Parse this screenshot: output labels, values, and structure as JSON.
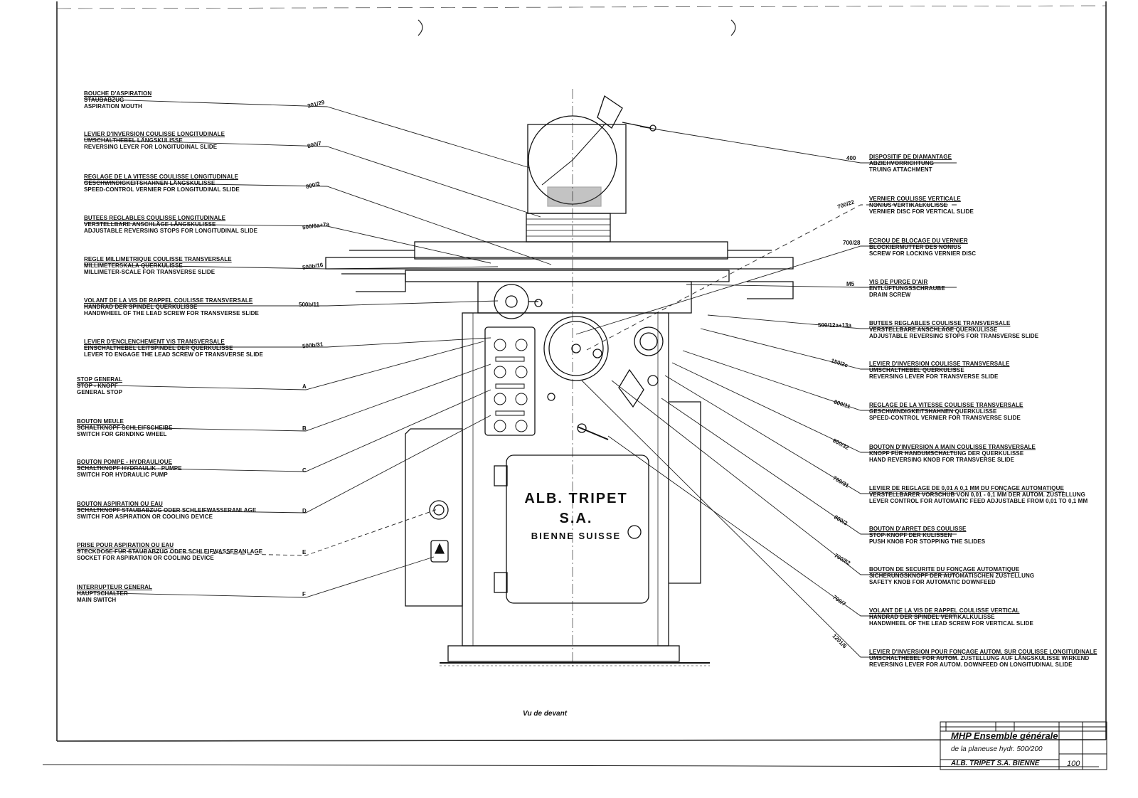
{
  "callouts_left": [
    {
      "ref": "301/29",
      "lines": [
        "BOUCHE D'ASPIRATION",
        "STAUBABZUG",
        "ASPIRATION MOUTH"
      ]
    },
    {
      "ref": "800/7",
      "lines": [
        "LEVIER D'INVERSION COULISSE LONGITUDINALE",
        "UMSCHALTHEBEL LÄNGSKULISSE",
        "REVERSING LEVER FOR LONGITUDINAL SLIDE"
      ]
    },
    {
      "ref": "800/2",
      "lines": [
        "REGLAGE DE LA VITESSE COULISSE LONGITUDINALE",
        "GESCHWINDIGKEITSHAHNEN LÄNGSKULISSE",
        "SPEED-CONTROL VERNIER FOR LONGITUDINAL SLIDE"
      ]
    },
    {
      "ref": "500/6a+7a",
      "lines": [
        "BUTEES REGLABLES COULISSE LONGITUDINALE",
        "VERSTELLBARE ANSCHLÄGE LÄNGSKULISSE",
        "ADJUSTABLE REVERSING STOPS FOR LONGITUDINAL SLIDE"
      ]
    },
    {
      "ref": "500b/16",
      "lines": [
        "REGLE MILLIMETRIQUE COULISSE TRANSVERSALE",
        "MILLIMETERSKALA QUERKULISSE",
        "MILLIMETER-SCALE FOR TRANSVERSE SLIDE"
      ]
    },
    {
      "ref": "500b/11",
      "lines": [
        "VOLANT DE LA VIS DE RAPPEL COULISSE TRANSVERSALE",
        "HANDRAD DER SPINDEL QUERKULISSE",
        "HANDWHEEL OF THE LEAD SCREW FOR TRANSVERSE SLIDE"
      ]
    },
    {
      "ref": "500b/31",
      "lines": [
        "LEVIER D'ENCLENCHEMENT VIS TRANSVERSALE",
        "EINSCHALTHEBEL LEITSPINDEL DER QUERKULISSE",
        "LEVER TO ENGAGE THE LEAD SCREW OF TRANSVERSE SLIDE"
      ]
    },
    {
      "ref": "A",
      "lines": [
        "STOP GENERAL",
        "STOP - KNOPF",
        "GENERAL STOP"
      ]
    },
    {
      "ref": "B",
      "lines": [
        "BOUTON MEULE",
        "SCHALTKNOPF SCHLEIFSCHEIBE",
        "SWITCH FOR GRINDING WHEEL"
      ]
    },
    {
      "ref": "C",
      "lines": [
        "BOUTON POMPE - HYDRAULIQUE",
        "SCHALTKNOPF HYDRAULIK - PUMPE",
        "SWITCH FOR HYDRAULIC PUMP"
      ]
    },
    {
      "ref": "D",
      "lines": [
        "BOUTON ASPIRATION OU EAU",
        "SCHALTKNOPF STAUBABZUG ODER SCHLEIFWASSERANLAGE",
        "SWITCH FOR ASPIRATION OR COOLING DEVICE"
      ]
    },
    {
      "ref": "E",
      "lines": [
        "PRISE POUR ASPIRATION OU EAU",
        "STECKDOSE FÜR STAUBABZUG ODER SCHLEIFWASSERANLAGE",
        "SOCKET FOR ASPIRATION OR COOLING DEVICE"
      ]
    },
    {
      "ref": "F",
      "lines": [
        "INTERRUPTEUR GENERAL",
        "HAUPTSCHALTER",
        "MAIN SWITCH"
      ]
    }
  ],
  "callouts_right": [
    {
      "ref": "400",
      "lines": [
        "DISPOSITIF DE DIAMANTAGE",
        "ABZIEHVORRICHTUNG",
        "TRUING ATTACHMENT"
      ]
    },
    {
      "ref": "700/22",
      "lines": [
        "VERNIER COULISSE VERTICALE",
        "NONIUS VERTIKALKULISSE",
        "VERNIER DISC FOR VERTICAL SLIDE"
      ]
    },
    {
      "ref": "700/28",
      "lines": [
        "ECROU DE BLOCAGE DU VERNIER",
        "BLOCKIERMUTTER DES NONIUS",
        "SCREW FOR LOCKING VERNIER DISC"
      ]
    },
    {
      "ref": "M5",
      "lines": [
        "VIS DE PURGE D'AIR",
        "ENTLÜFTUNGSSCHRAUBE",
        "DRAIN SCREW"
      ]
    },
    {
      "ref": "500/12a+13a",
      "lines": [
        "BUTEES REGLABLES COULISSE TRANSVERSALE",
        "VERSTELLBARE ANSCHLÄGE QUERKULISSE",
        "ADJUSTABLE REVERSING STOPS FOR TRANSVERSE SLIDE"
      ]
    },
    {
      "ref": "150/2c",
      "lines": [
        "LEVIER D'INVERSION COULISSE TRANSVERSALE",
        "UMSCHALTHEBEL QUERKULISSE",
        "REVERSING LEVER FOR TRANSVERSE SLIDE"
      ]
    },
    {
      "ref": "800/11",
      "lines": [
        "REGLAGE DE LA VITESSE COULISSE TRANSVERSALE",
        "GESCHWINDIGKEITSHAHNEN QUERKULISSE",
        "SPEED-CONTROL VERNIER FOR TRANSVERSE SLIDE"
      ]
    },
    {
      "ref": "800/32",
      "lines": [
        "BOUTON D'INVERSION A MAIN COULISSE TRANSVERSALE",
        "KNOPF FÜR HANDUMSCHALTUNG DER QUERKULISSE",
        "HAND REVERSING KNOB FOR TRANSVERSE SLIDE"
      ]
    },
    {
      "ref": "700/31",
      "lines": [
        "LEVIER DE REGLAGE DE 0,01 A 0,1 MM DU FONÇAGE AUTOMATIQUE",
        "VERSTELLBARER VORSCHUB VON 0,01 - 0,1 MM DER AUTOM. ZUSTELLUNG",
        "LEVER CONTROL FOR AUTOMATIC FEED ADJUSTABLE FROM 0,01 TO 0,1 MM"
      ]
    },
    {
      "ref": "800/2",
      "lines": [
        "BOUTON D'ARRET DES COULISSE",
        "STOP-KNOPF DER KULISSEN",
        "PUSH KNOB FOR STOPPING THE SLIDES"
      ]
    },
    {
      "ref": "700/82",
      "lines": [
        "BOUTON DE SECURITE DU FONÇAGE AUTOMATIQUE",
        "SICHERUNGSKNOPF DER AUTOMATISCHEN ZUSTELLUNG",
        "SAFETY KNOB FOR AUTOMATIC DOWNFEED"
      ]
    },
    {
      "ref": "700/7",
      "lines": [
        "VOLANT DE LA VIS DE RAPPEL COULISSE VERTICAL",
        "HANDRAD DER SPINDEL VERTIKALKULISSE",
        "HANDWHEEL OF THE LEAD SCREW FOR VERTICAL SLIDE"
      ]
    },
    {
      "ref": "1201/6",
      "lines": [
        "LEVIER D'INVERSION POUR FONÇAGE AUTOM. SUR COULISSE LONGITUDINALE",
        "UMSCHALTHEBEL FOR AUTOM. ZUSTELLUNG AUF LÄNGSKULISSE WIRKEND",
        "REVERSING LEVER FOR AUTOM. DOWNFEED ON LONGITUDINAL SLIDE"
      ]
    }
  ],
  "nameplate": {
    "line1": "ALB. TRIPET",
    "line2": "S.A.",
    "line3": "BIENNE SUISSE"
  },
  "caption": "Vu de devant",
  "title_block": {
    "line1": "MHP Ensemble générale",
    "line2": "de la planeuse hydr. 500/200",
    "company": "ALB. TRIPET S.A. BIENNE",
    "number": "100"
  }
}
